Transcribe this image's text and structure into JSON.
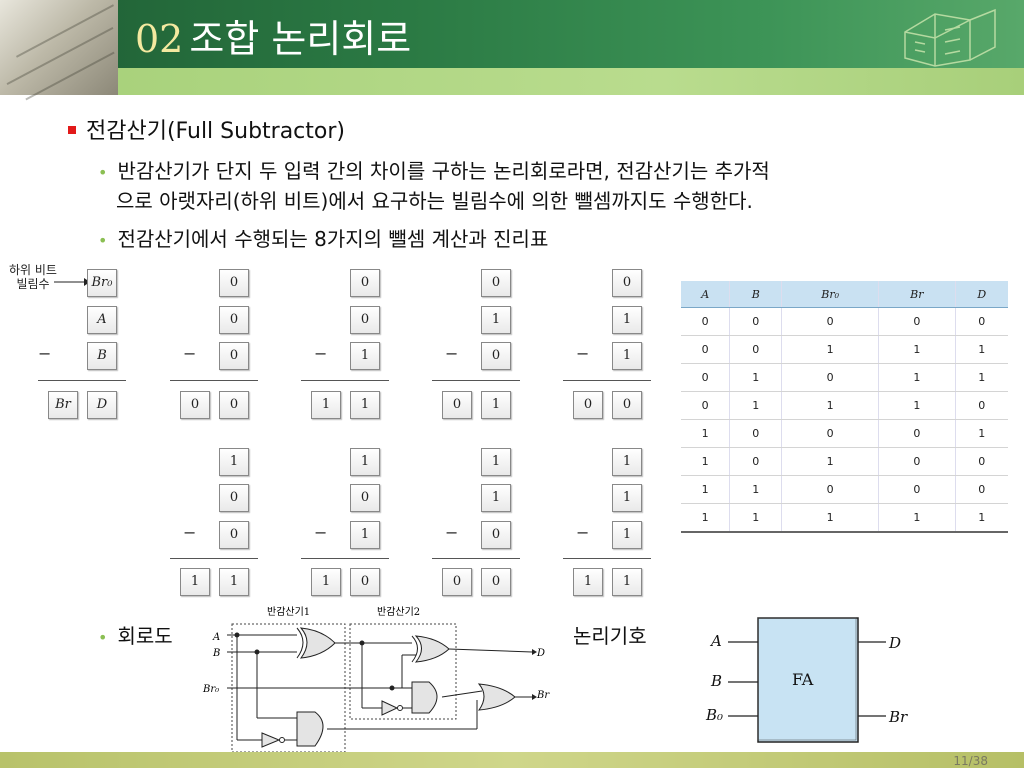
{
  "slide": {
    "title_num": "02",
    "title_text": "조합 논리회로",
    "page": "11/38"
  },
  "colors": {
    "header_green": "#2b7a44",
    "strip_green": "#b9dc8e",
    "bullet_red": "#e21a1a",
    "sub_bullet": "#8bbf53",
    "table_header": "#c9e1f2"
  },
  "bullets": {
    "main": "전감산기(Full Subtractor)",
    "sub1_line1": "반감산기가 단지 두 입력 간의 차이를 구하는 논리회로라면, 전감산기는 추가적",
    "sub1_line2": "으로 아랫자리(하위 비트)에서 요구하는 빌림수에 의한 뺄셈까지도 수행한다.",
    "sub2": "전감산기에서 수행되는 8가지의 뺄셈 계산과 진리표",
    "sub3_left": "회로도",
    "sub3_right": "논리기호"
  },
  "template": {
    "label_line1": "하위 비트",
    "label_line2": "빌림수",
    "box_br0": "Br₀",
    "box_a": "A",
    "box_b": "B",
    "box_br": "Br",
    "box_d": "D",
    "minus": "−"
  },
  "calcs": [
    {
      "br0": "0",
      "a": "0",
      "b": "0",
      "br": "0",
      "d": "0"
    },
    {
      "br0": "0",
      "a": "0",
      "b": "1",
      "br": "1",
      "d": "1"
    },
    {
      "br0": "0",
      "a": "1",
      "b": "0",
      "br": "0",
      "d": "1"
    },
    {
      "br0": "0",
      "a": "1",
      "b": "1",
      "br": "0",
      "d": "0"
    },
    {
      "br0": "1",
      "a": "0",
      "b": "0",
      "br": "1",
      "d": "1"
    },
    {
      "br0": "1",
      "a": "0",
      "b": "1",
      "br": "1",
      "d": "0"
    },
    {
      "br0": "1",
      "a": "1",
      "b": "0",
      "br": "0",
      "d": "0"
    },
    {
      "br0": "1",
      "a": "1",
      "b": "1",
      "br": "1",
      "d": "1"
    }
  ],
  "truth_table": {
    "headers": [
      "A",
      "B",
      "Br₀",
      "Br",
      "D"
    ],
    "rows": [
      [
        "0",
        "0",
        "0",
        "0",
        "0"
      ],
      [
        "0",
        "0",
        "1",
        "1",
        "1"
      ],
      [
        "0",
        "1",
        "0",
        "1",
        "1"
      ],
      [
        "0",
        "1",
        "1",
        "1",
        "0"
      ],
      [
        "1",
        "0",
        "0",
        "0",
        "1"
      ],
      [
        "1",
        "0",
        "1",
        "0",
        "0"
      ],
      [
        "1",
        "1",
        "0",
        "0",
        "0"
      ],
      [
        "1",
        "1",
        "1",
        "1",
        "1"
      ]
    ]
  },
  "circuit": {
    "half1_label": "반감산기1",
    "half2_label": "반감산기2",
    "in_a": "A",
    "in_b": "B",
    "in_br0": "Br₀",
    "out_d": "D",
    "out_br": "Br"
  },
  "symbol": {
    "block": "FA",
    "in_a": "A",
    "in_b": "B",
    "in_b0": "B₀",
    "out_d": "D",
    "out_br": "Br"
  }
}
